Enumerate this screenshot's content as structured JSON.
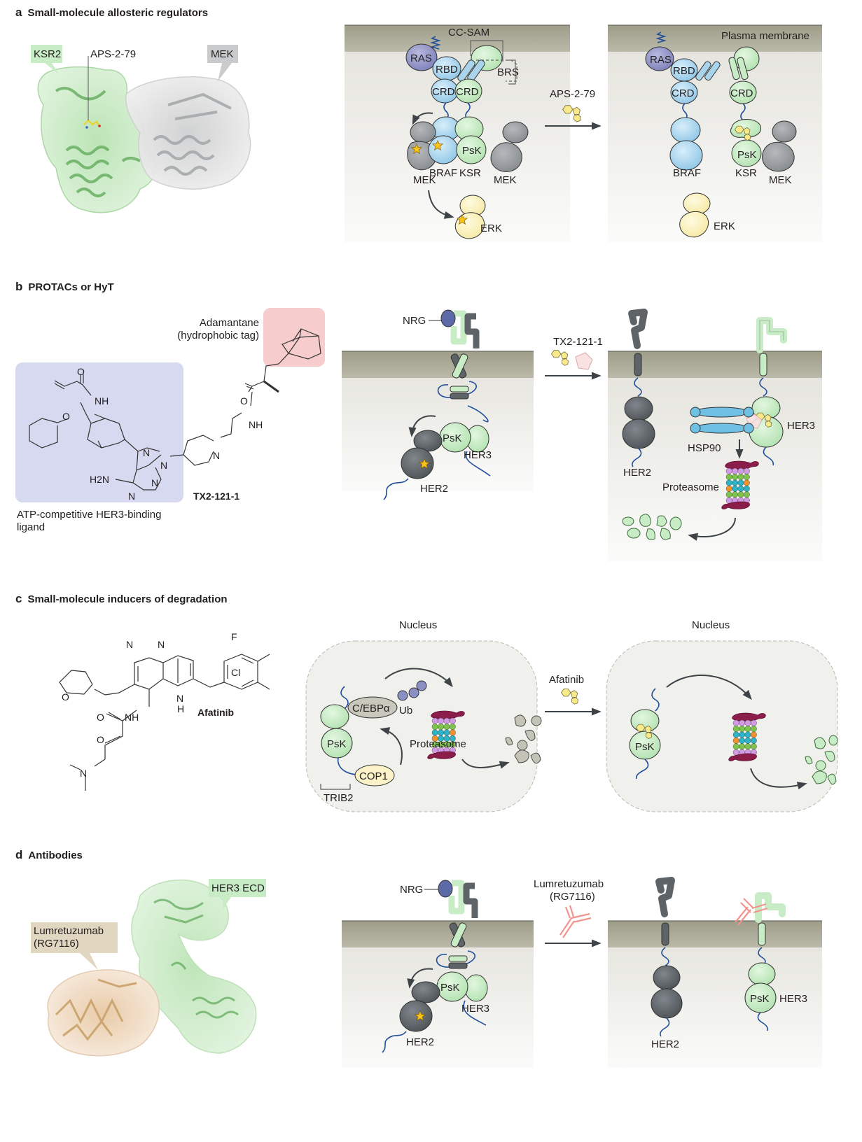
{
  "panels": {
    "a": {
      "letter": "a",
      "title": "Small-molecule allosteric regulators",
      "structure_labels": {
        "ksr2": "KSR2",
        "ligand": "APS-2-79",
        "mek": "MEK"
      },
      "before": {
        "cc_sam": "CC-SAM",
        "brs": "BRS",
        "ras": "RAS",
        "rbd": "RBD",
        "crd_braf": "CRD",
        "crd_ksr": "CRD",
        "psk": "PsK",
        "braf": "BRAF",
        "ksr": "KSR",
        "mek_left": "MEK",
        "mek_right": "MEK",
        "erk": "ERK"
      },
      "arrow_label": "APS-2-79",
      "after": {
        "membrane": "Plasma membrane",
        "ras": "RAS",
        "rbd": "RBD",
        "crd_braf": "CRD",
        "crd_ksr": "CRD",
        "psk": "PsK",
        "braf": "BRAF",
        "ksr": "KSR",
        "mek": "MEK",
        "erk": "ERK"
      }
    },
    "b": {
      "letter": "b",
      "title": "PROTACs or HyT",
      "tag_label_line1": "Adamantane",
      "tag_label_line2": "(hydrophobic tag)",
      "ligand_label_line1": "ATP-competitive HER3-binding",
      "ligand_label_line2": "ligand",
      "compound": "TX2-121-1",
      "atoms": {
        "o1": "O",
        "nh1": "NH",
        "o2": "O",
        "n1": "N",
        "n2": "N",
        "h2n": "H2N",
        "n3": "N",
        "n4": "N",
        "n5": "N",
        "o3": "O",
        "nh2": "NH"
      },
      "before": {
        "nrg": "NRG",
        "psk": "PsK",
        "her3": "HER3",
        "her2": "HER2"
      },
      "arrow_label": "TX2-121-1",
      "after": {
        "her2": "HER2",
        "hsp90": "HSP90",
        "her3": "HER3",
        "proteasome": "Proteasome"
      }
    },
    "c": {
      "letter": "c",
      "title": "Small-molecule inducers of degradation",
      "compound": "Afatinib",
      "atoms": {
        "n1": "N",
        "n2": "N",
        "f": "F",
        "nh": "N",
        "h": "H",
        "cl": "Cl",
        "o1": "O",
        "o2": "O",
        "nh2": "NH",
        "o3": "O",
        "n3": "N"
      },
      "before": {
        "nucleus": "Nucleus",
        "cebpa": "C/EBPα",
        "ub": "Ub",
        "psk": "PsK",
        "cop1": "COP1",
        "trib2": "TRIB2",
        "proteasome": "Proteasome"
      },
      "arrow_label": "Afatinib",
      "after": {
        "nucleus": "Nucleus",
        "psk": "PsK"
      }
    },
    "d": {
      "letter": "d",
      "title": "Antibodies",
      "structure_labels": {
        "her3_ecd": "HER3 ECD",
        "antibody_line1": "Lumretuzumab",
        "antibody_line2": "(RG7116)"
      },
      "before": {
        "nrg": "NRG",
        "psk": "PsK",
        "her3": "HER3",
        "her2": "HER2"
      },
      "arrow_label_line1": "Lumretuzumab",
      "arrow_label_line2": "(RG7116)",
      "after": {
        "her2": "HER2",
        "psk": "PsK",
        "her3": "HER3"
      }
    }
  },
  "colors": {
    "braf_blue": "#a9d4ec",
    "ksr_green": "#c8ecc6",
    "mek_grey": "#8d9093",
    "erk_yellow": "#fbf2bb",
    "ras_purple": "#8b8dc2",
    "her2_dark": "#5e6367",
    "linker_blue": "#1f4e9a",
    "membrane": "#a9a896",
    "ligand_yellow": "#f7e68b",
    "proteasome_maroon": "#8b1d4b",
    "tag_pink": "#f7cccc",
    "ligand_box": "#d6d9ef"
  }
}
